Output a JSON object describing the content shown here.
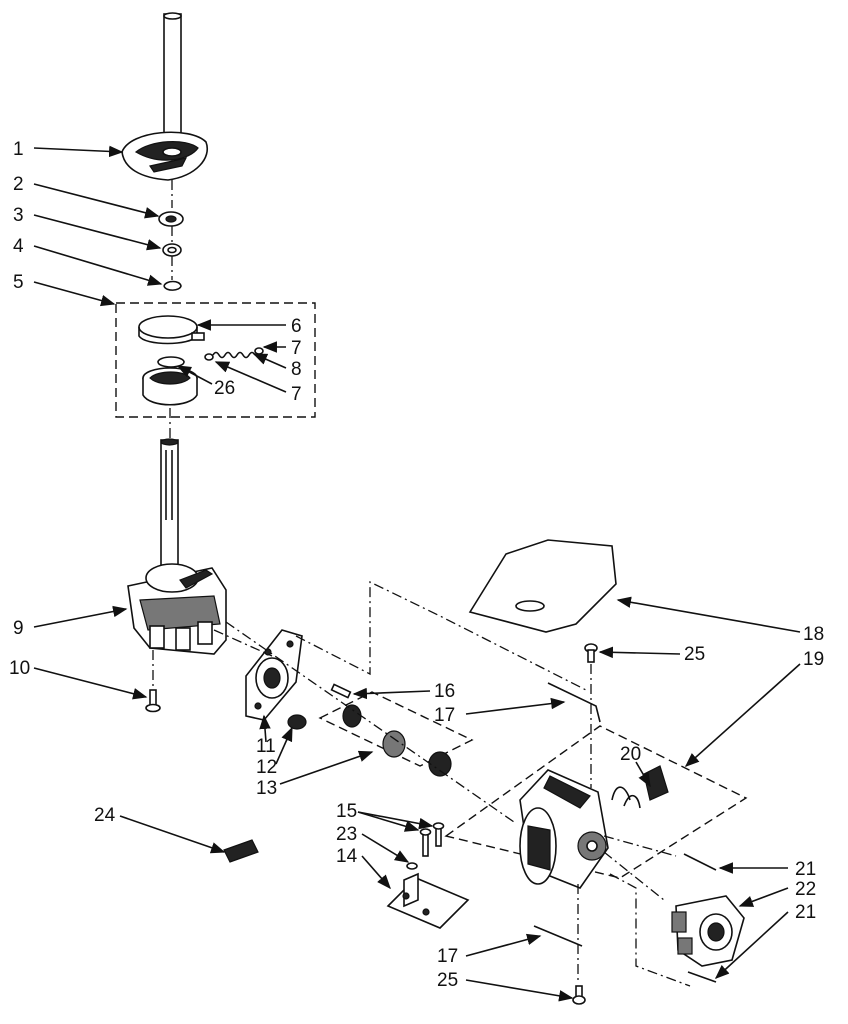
{
  "callouts": [
    {
      "id": "c1",
      "text": "1"
    },
    {
      "id": "c2",
      "text": "2"
    },
    {
      "id": "c3",
      "text": "3"
    },
    {
      "id": "c4",
      "text": "4"
    },
    {
      "id": "c5",
      "text": "5"
    },
    {
      "id": "c6",
      "text": "6"
    },
    {
      "id": "c7a",
      "text": "7"
    },
    {
      "id": "c8",
      "text": "8"
    },
    {
      "id": "c26",
      "text": "26"
    },
    {
      "id": "c7b",
      "text": "7"
    },
    {
      "id": "c9",
      "text": "9"
    },
    {
      "id": "c10",
      "text": "10"
    },
    {
      "id": "c11",
      "text": "11"
    },
    {
      "id": "c12",
      "text": "12"
    },
    {
      "id": "c13",
      "text": "13"
    },
    {
      "id": "c16",
      "text": "16"
    },
    {
      "id": "c17a",
      "text": "17"
    },
    {
      "id": "c18",
      "text": "18"
    },
    {
      "id": "c19",
      "text": "19"
    },
    {
      "id": "c25a",
      "text": "25"
    },
    {
      "id": "c20",
      "text": "20"
    },
    {
      "id": "c15",
      "text": "15"
    },
    {
      "id": "c23",
      "text": "23"
    },
    {
      "id": "c14",
      "text": "14"
    },
    {
      "id": "c24",
      "text": "24"
    },
    {
      "id": "c21a",
      "text": "21"
    },
    {
      "id": "c22",
      "text": "22"
    },
    {
      "id": "c21b",
      "text": "21"
    },
    {
      "id": "c17b",
      "text": "17"
    },
    {
      "id": "c25b",
      "text": "25"
    }
  ]
}
